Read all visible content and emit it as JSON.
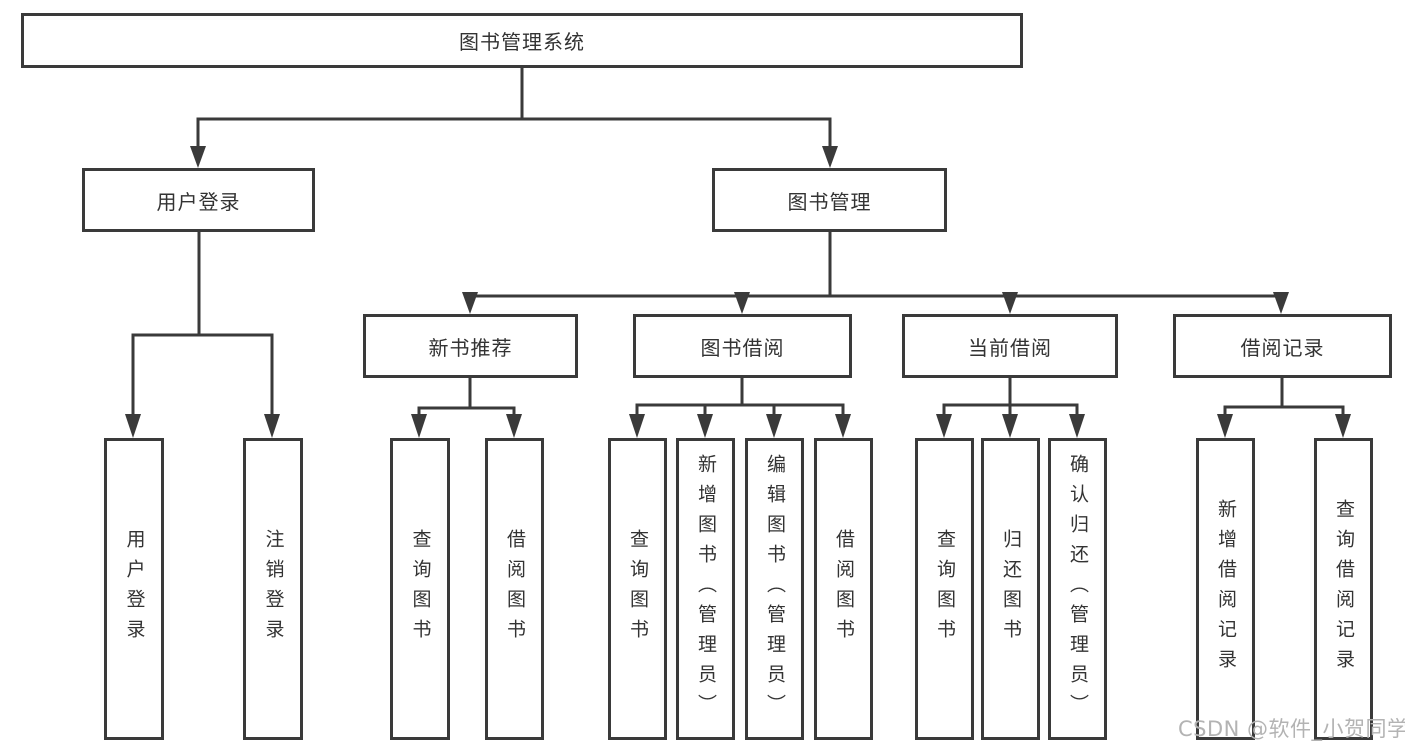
{
  "diagram": {
    "root": {
      "label": "图书管理系统"
    },
    "level2": {
      "user_login": {
        "label": "用户登录"
      },
      "book_management": {
        "label": "图书管理"
      }
    },
    "level3": {
      "new_book_recommend": {
        "label": "新书推荐"
      },
      "book_borrowing": {
        "label": "图书借阅"
      },
      "current_borrowing": {
        "label": "当前借阅"
      },
      "borrowing_records": {
        "label": "借阅记录"
      }
    },
    "leaves": {
      "user_login": {
        "label": "用户登录"
      },
      "logout": {
        "label": "注销登录"
      },
      "query_books_1": {
        "label": "查询图书"
      },
      "borrow_books_1": {
        "label": "借阅图书"
      },
      "query_books_2": {
        "label": "查询图书"
      },
      "add_book_admin": {
        "label": "新增图书（管理员）"
      },
      "edit_book_admin": {
        "label": "编辑图书（管理员）"
      },
      "borrow_books_2": {
        "label": "借阅图书"
      },
      "query_books_3": {
        "label": "查询图书"
      },
      "return_book": {
        "label": "归还图书"
      },
      "confirm_return_admin": {
        "label": "确认归还（管理员）"
      },
      "add_borrow_record": {
        "label": "新增借阅记录"
      },
      "query_borrow_record": {
        "label": "查询借阅记录"
      }
    }
  },
  "watermark": {
    "text": "CSDN @软件_小贺同学"
  },
  "colors": {
    "line": "#3a3a3a",
    "text": "#333333",
    "background": "#ffffff",
    "watermark": "#b3b3b3"
  }
}
